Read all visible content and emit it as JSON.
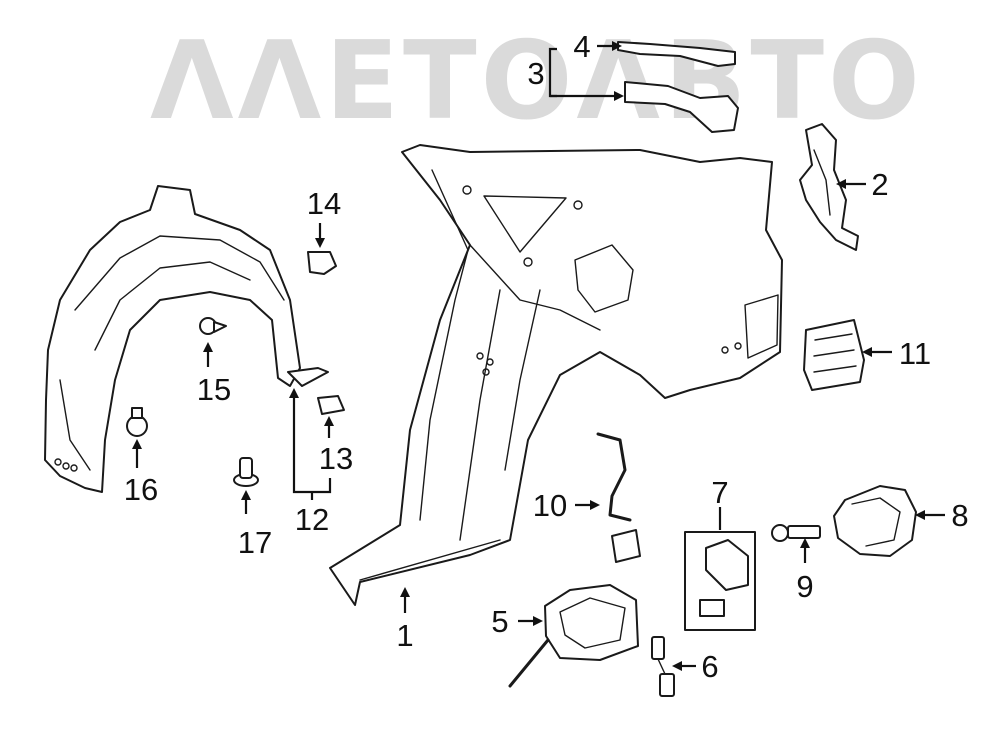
{
  "watermark": {
    "text": "ΛΛΕΤΟΛΒΤΟ",
    "color": "#bdbdbd"
  },
  "callouts": {
    "c1": "1",
    "c2": "2",
    "c3": "3",
    "c4": "4",
    "c5": "5",
    "c6": "6",
    "c7": "7",
    "c8": "8",
    "c9": "9",
    "c10": "10",
    "c11": "11",
    "c12": "12",
    "c13": "13",
    "c14": "14",
    "c15": "15",
    "c16": "16",
    "c17": "17"
  },
  "colors": {
    "line": "#1a1a1a",
    "background": "#ffffff"
  }
}
